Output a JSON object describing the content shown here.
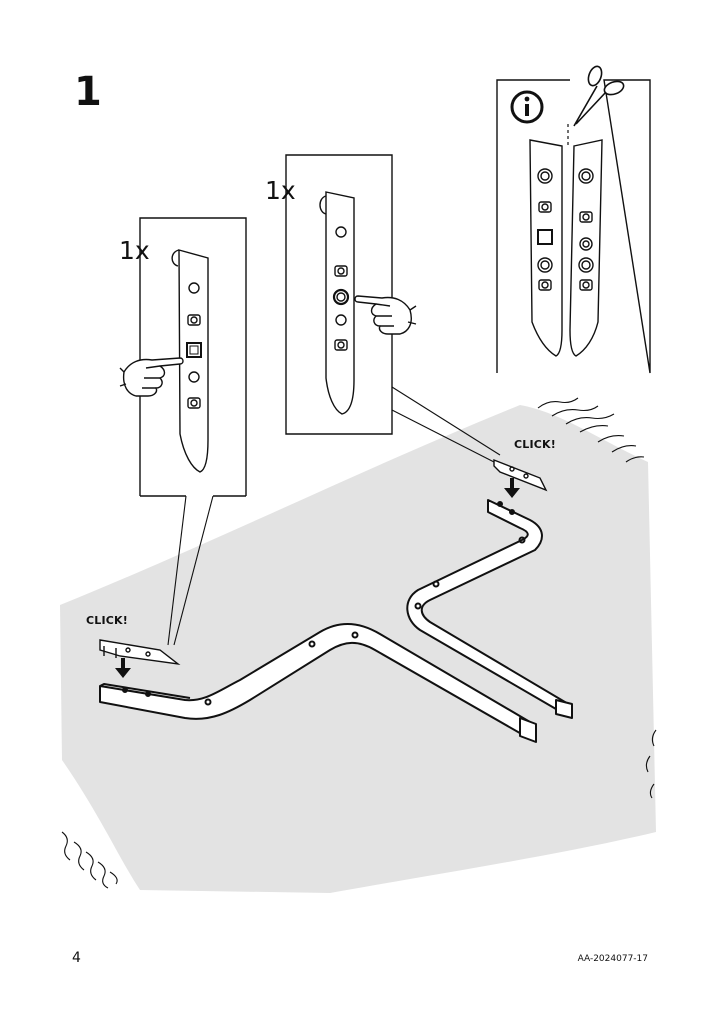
{
  "step": {
    "number": "1"
  },
  "detail_left": {
    "quantity": "1x"
  },
  "detail_middle": {
    "quantity": "1x"
  },
  "info_box": {
    "icon": "info-icon",
    "tool_icon": "scissors-icon"
  },
  "click_labels": {
    "left": "CLICK!",
    "right": "CLICK!"
  },
  "footer": {
    "page_number": "4",
    "document_code": "AA-2024077-17"
  },
  "icons": [
    "info-icon",
    "scissors-icon",
    "pointing-hand-icon",
    "arrow-down-icon"
  ],
  "colors": {
    "ink": "#111111",
    "mat": "#e3e3e3",
    "page": "#ffffff"
  }
}
